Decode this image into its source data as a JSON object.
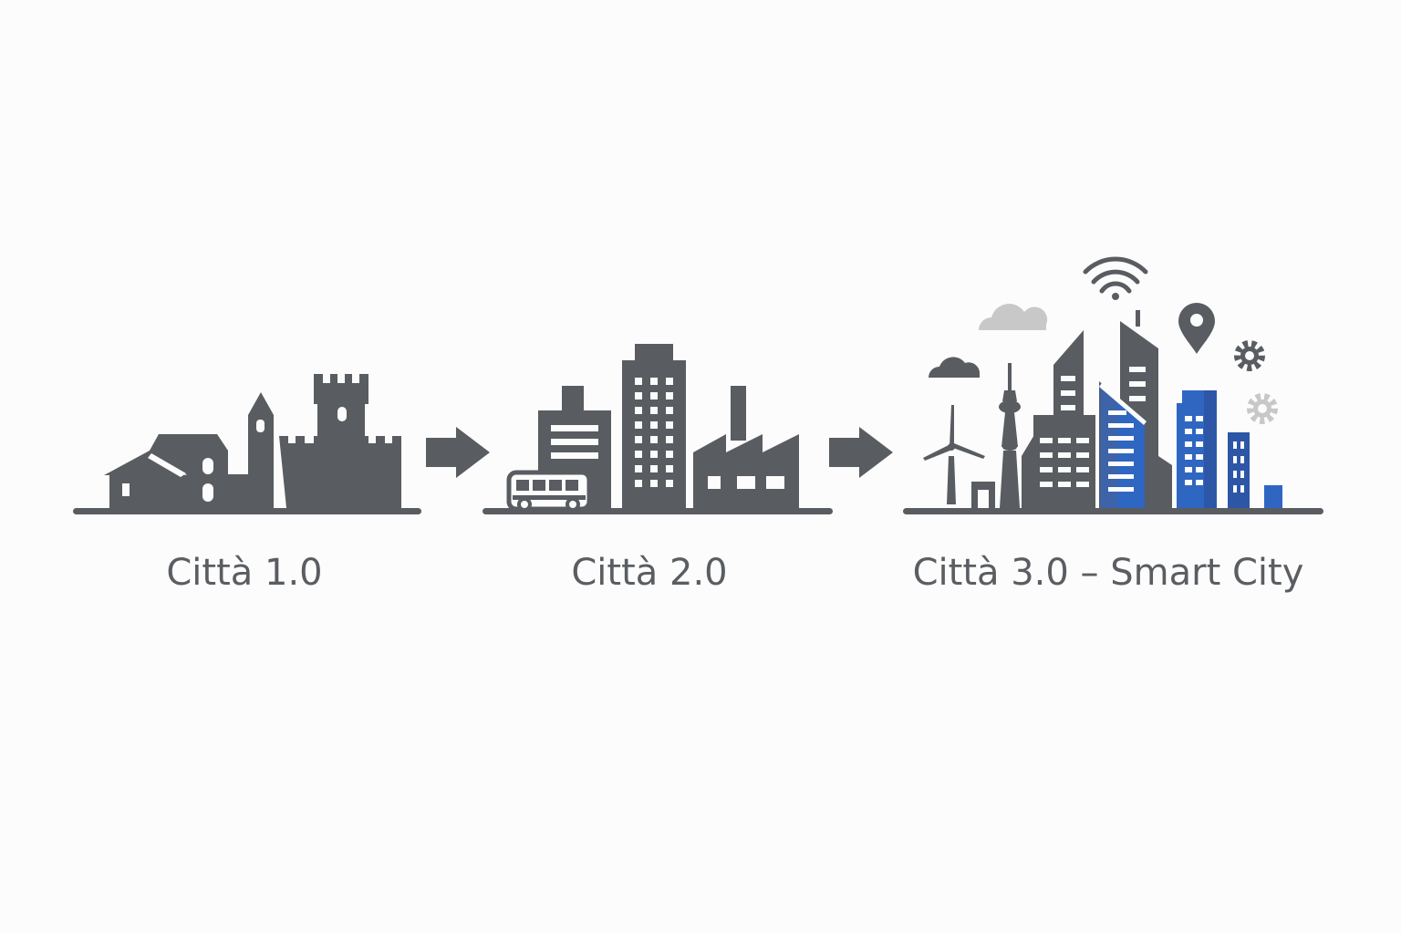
{
  "stages": [
    {
      "label": "Città 1.0"
    },
    {
      "label": "Città 2.0"
    },
    {
      "label": "Città 3.0 – Smart City"
    }
  ],
  "colors": {
    "icon_gray": "#595c60",
    "accent_blue": "#2f66c2",
    "accent_blue_dark": "#2d57a6",
    "light_gray": "#c8c8c8",
    "background": "#fcfcfc"
  },
  "icons": [
    "medieval-town-icon",
    "castle-icon",
    "arrow-right-icon",
    "bus-icon",
    "office-tower-icon",
    "factory-icon",
    "wind-turbine-icon",
    "tv-tower-icon",
    "skyscraper-icon",
    "wifi-icon",
    "cloud-icon",
    "location-pin-icon",
    "gear-icon"
  ]
}
